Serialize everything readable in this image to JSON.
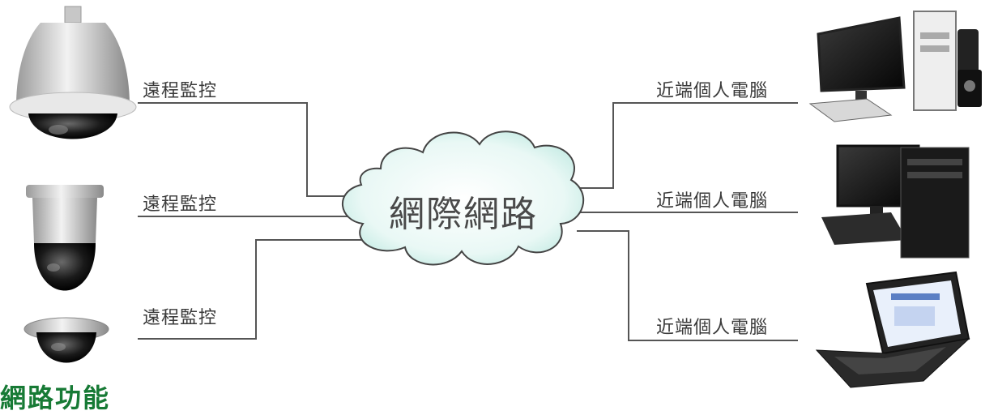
{
  "network_label": "網際網路",
  "left_links": [
    {
      "label": "遠程監控"
    },
    {
      "label": "遠程監控"
    },
    {
      "label": "遠程監控"
    }
  ],
  "right_links": [
    {
      "label": "近端個人電腦"
    },
    {
      "label": "近端個人電腦"
    },
    {
      "label": "近端個人電腦"
    }
  ],
  "footer_title": "網路功能",
  "devices": {
    "left": [
      "ptz-dome-camera-icon",
      "mini-dome-camera-icon",
      "ceiling-dome-camera-icon"
    ],
    "right": [
      "desktop-pc-icon",
      "desktop-pc-icon",
      "laptop-icon"
    ]
  },
  "colors": {
    "footer_title": "#177a35",
    "cloud_fill": "#d9f3ee",
    "cloud_stroke": "#444444",
    "line": "#555555"
  }
}
